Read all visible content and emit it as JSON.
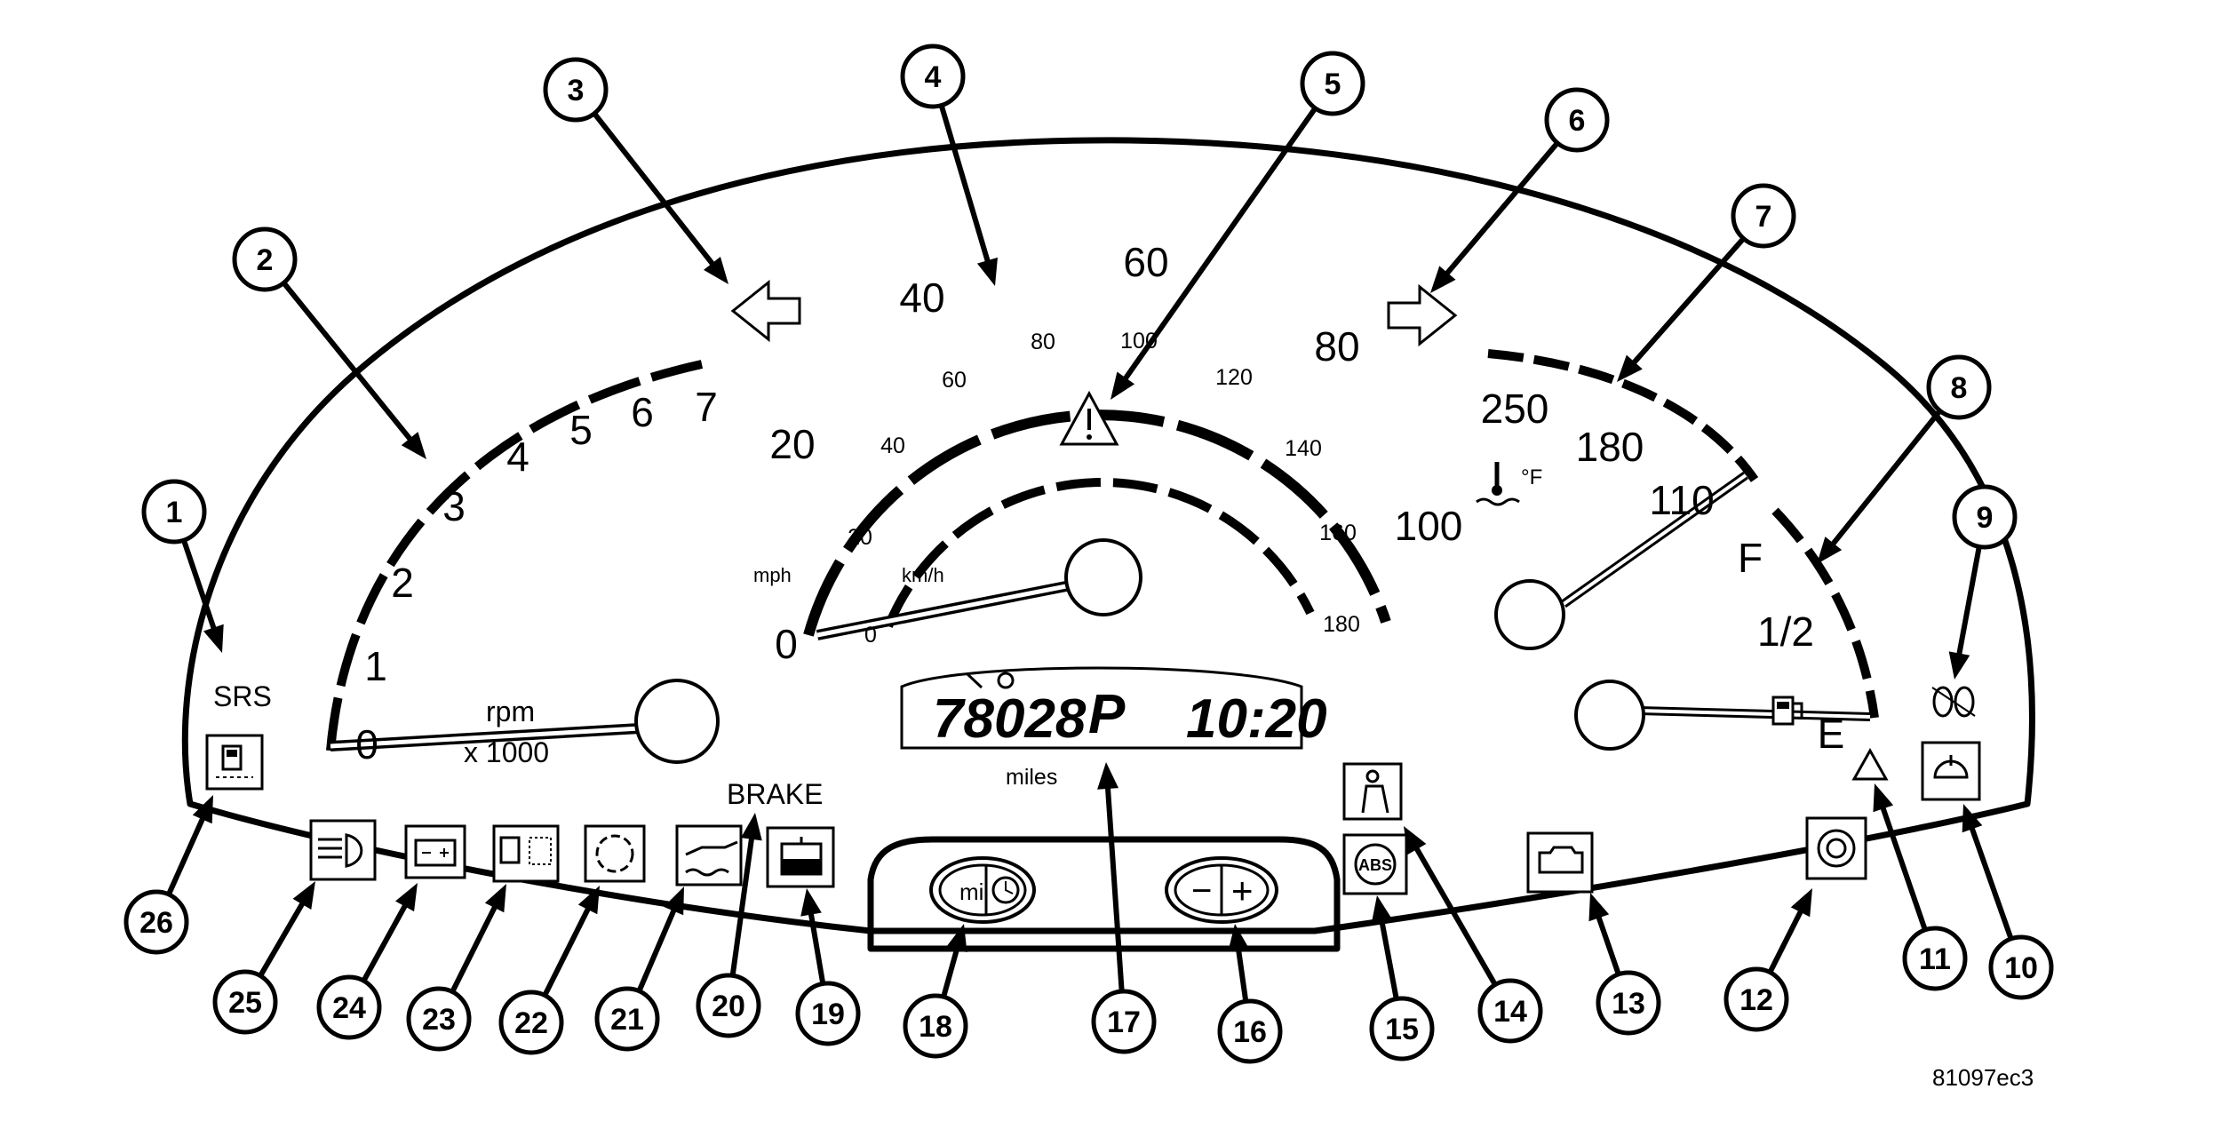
{
  "figure_code": "81097ec3",
  "callouts": [
    "1",
    "2",
    "3",
    "4",
    "5",
    "6",
    "7",
    "8",
    "9",
    "10",
    "11",
    "12",
    "13",
    "14",
    "15",
    "16",
    "17",
    "18",
    "19",
    "20",
    "21",
    "22",
    "23",
    "24",
    "25",
    "26"
  ],
  "tachometer": {
    "ticks": [
      "0",
      "1",
      "2",
      "3",
      "4",
      "5",
      "6",
      "7"
    ],
    "unit_top": "rpm",
    "unit_bottom": "x 1000"
  },
  "speedometer": {
    "mph_ticks": [
      "0",
      "20",
      "40",
      "60",
      "80",
      "100"
    ],
    "kmh_ticks": [
      "0",
      "20",
      "40",
      "60",
      "80",
      "100",
      "120",
      "140",
      "160",
      "180"
    ],
    "mph_label": "mph",
    "kmh_label": "km/h"
  },
  "temperature": {
    "ticks": [
      "250",
      "180",
      "110"
    ],
    "unit": "°F"
  },
  "fuel": {
    "full": "F",
    "half": "1/2",
    "empty": "E"
  },
  "display": {
    "odometer": "78028",
    "gear": "P",
    "clock": "10:20",
    "unit": "miles"
  },
  "buttons": {
    "left_a": "mi",
    "right_a": "−",
    "right_b": "+"
  },
  "labels": {
    "srs": "SRS",
    "brake": "BRAKE",
    "abs": "ABS"
  },
  "icons": [
    "turn-left-arrow-icon",
    "turn-right-arrow-icon",
    "warning-triangle-icon",
    "fuel-pump-icon",
    "coolant-temp-icon",
    "fog-lamp-icon",
    "washer-fluid-icon",
    "seatbelt-icon",
    "abs-icon",
    "engine-check-icon",
    "brake-pad-icon",
    "headlamp-icon",
    "battery-icon",
    "fuel-reserve-icon",
    "brake-disc-icon",
    "oil-pressure-icon",
    "coolant-level-icon",
    "clock-icon",
    "wrench-icon"
  ]
}
